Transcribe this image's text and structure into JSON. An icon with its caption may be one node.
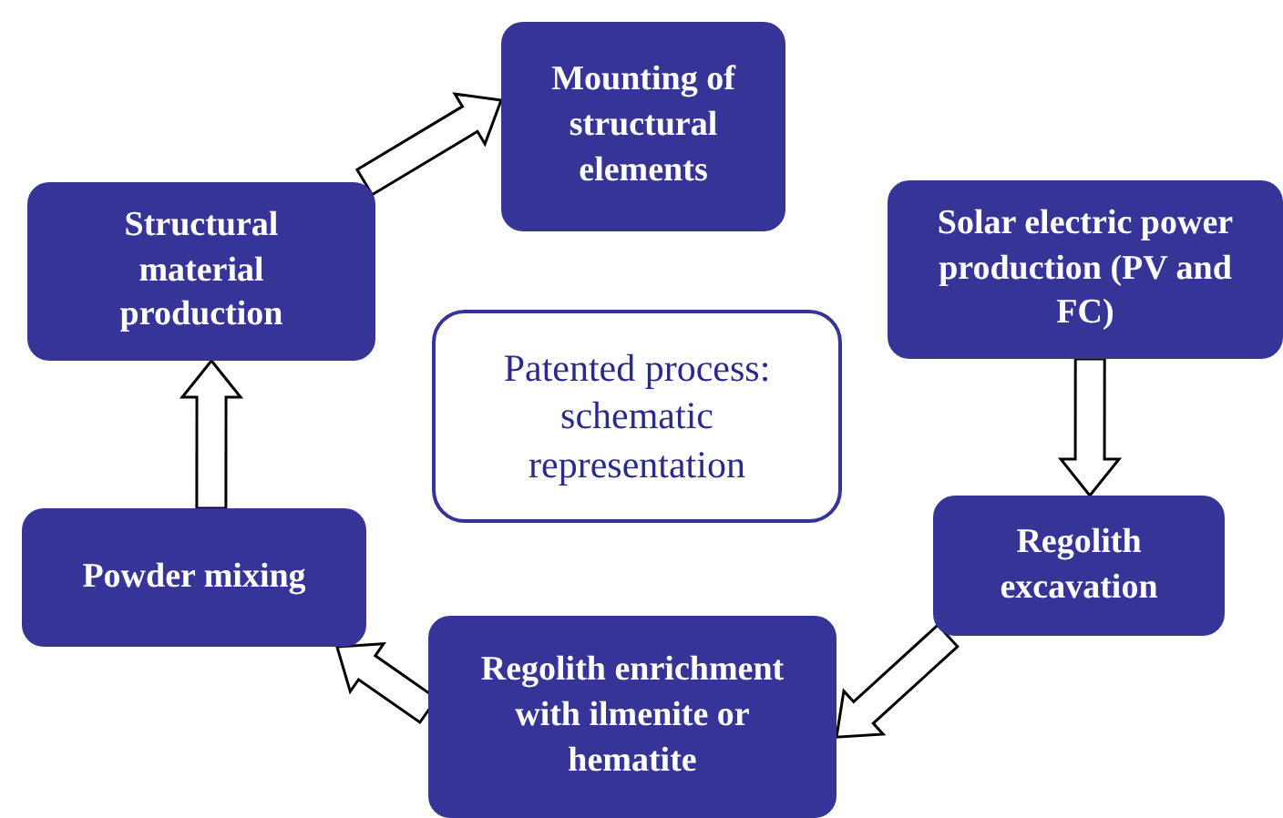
{
  "diagram": {
    "nodes": [
      {
        "text": [
          "Mounting of structural elements"
        ]
      },
      {
        "text": [
          "Solar electric power production (PV and FC)"
        ]
      },
      {
        "text": [
          "Patented process: schematic representation"
        ]
      },
      {
        "text": [
          "Structural material production"
        ]
      },
      {
        "text": [
          "Regolith excavation"
        ]
      },
      {
        "text": [
          "Powder mixing"
        ]
      },
      {
        "text": [
          "Regolith enrichment with ilmenite or hematite"
        ]
      }
    ],
    "edges": [
      {
        "from": 3,
        "to": 0,
        "arrow": "to"
      },
      {
        "from": 1,
        "to": 4,
        "arrow": "to"
      },
      {
        "from": 4,
        "to": 6,
        "arrow": "to"
      },
      {
        "from": 6,
        "to": 5,
        "arrow": "to"
      },
      {
        "from": 5,
        "to": 3,
        "arrow": "to"
      }
    ]
  }
}
